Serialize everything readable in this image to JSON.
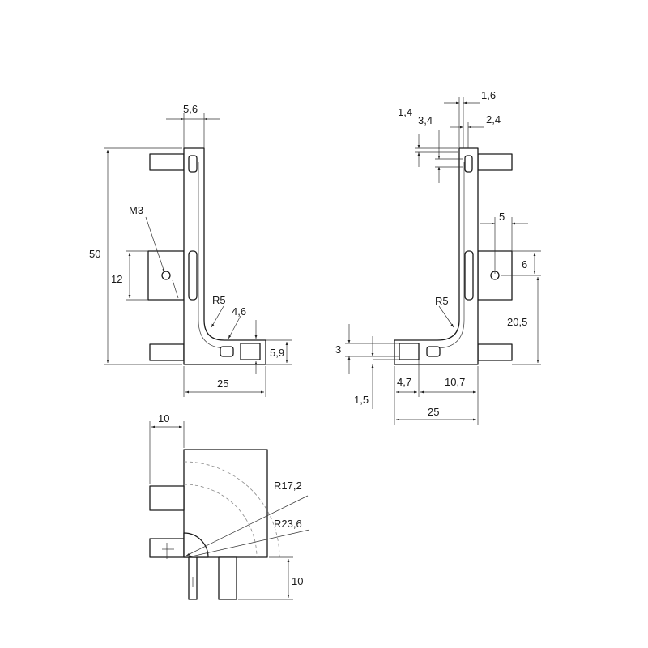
{
  "drawing": {
    "view_left": {
      "d_width_top": "5,6",
      "d_height_total": "50",
      "d_thread": "M3",
      "d_pad_height": "12",
      "d_radius": "R5",
      "d_slot": "4,6",
      "d_base_height": "5,9",
      "d_width_base": "25"
    },
    "view_right": {
      "d_top_offset": "1,4",
      "d_top_offset2": "3,4",
      "d_top_width": "1,6",
      "d_top_gap": "2,4",
      "d_hole_offset": "5",
      "d_hole_size": "6",
      "d_radius": "R5",
      "d_hole_height": "20,5",
      "d_base_slot": "3",
      "d_base_offset": "1,5",
      "d_pos_a": "4,7",
      "d_pos_b": "10,7",
      "d_width_base": "25"
    },
    "view_bottom": {
      "d_depth": "10",
      "d_radius_inner": "R17,2",
      "d_radius_outer": "R23,6",
      "d_pin_length": "10"
    }
  }
}
